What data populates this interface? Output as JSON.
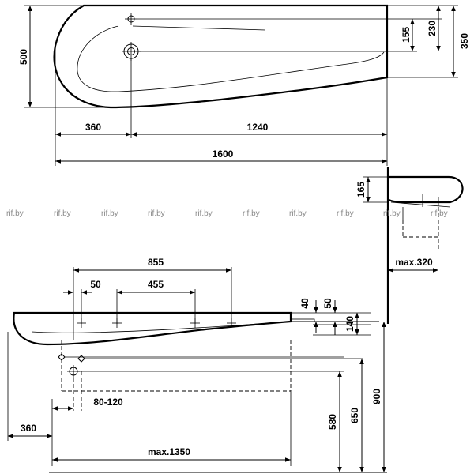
{
  "top_view": {
    "dims": {
      "depth_total": "500",
      "d_155": "155",
      "d_230": "230",
      "d_350": "350",
      "left_360": "360",
      "right_1240": "1240",
      "overall_1600": "1600"
    }
  },
  "side_view": {
    "dims": {
      "d_165": "165",
      "max_320": "max.320"
    }
  },
  "front_view": {
    "dims": {
      "d_855": "855",
      "d_50_top": "50",
      "d_455": "455",
      "d_40": "40",
      "d_50_right": "50",
      "d_140": "140",
      "d_80_120": "80-120",
      "d_360": "360",
      "max_1350": "max.1350",
      "d_580": "580",
      "d_650": "650",
      "d_900": "900"
    }
  },
  "watermarks": [
    "rif.by",
    "rif.by",
    "rif.by",
    "rif.by",
    "rif.by",
    "rif.by",
    "rif.by",
    "rif.by",
    "rif.by",
    "rif.by"
  ]
}
